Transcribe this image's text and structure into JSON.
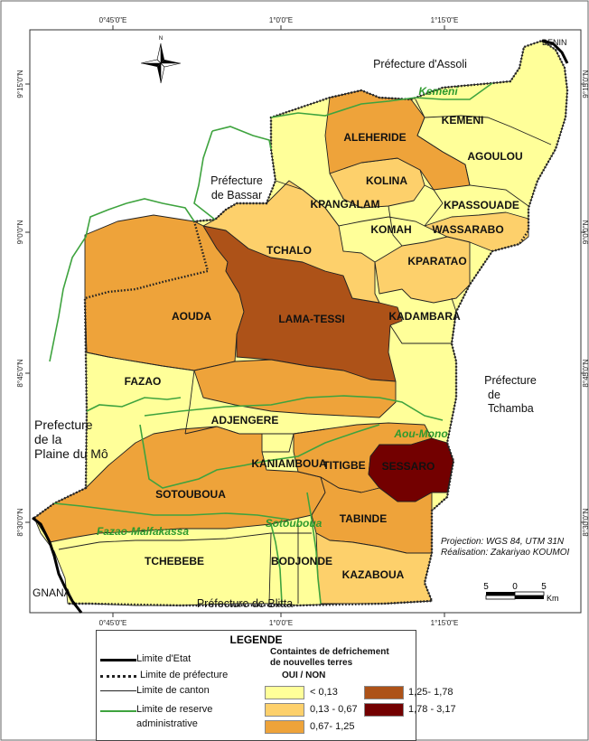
{
  "colors": {
    "class1": "#ffff99",
    "class2": "#fdd06b",
    "class3": "#eea33a",
    "class4": "#ad5218",
    "class5": "#730000",
    "reserve": "#3ea33e",
    "background": "#ffffff"
  },
  "coords": {
    "top": [
      "0°45'0\"E",
      "1°0'0\"E",
      "1°15'0\"E"
    ],
    "bottom": [
      "0°45'0\"E",
      "1°0'0\"E",
      "1°15'0\"E"
    ],
    "left": [
      "9°15'0\"N",
      "9°0'0\"N",
      "8°45'0\"N",
      "8°30'0\"N"
    ],
    "right": [
      "9°15'0\"N",
      "9°0'0\"N",
      "8°45'0\"N",
      "8°30'0\"N"
    ]
  },
  "north_arrow": {
    "label": "N"
  },
  "cantons": [
    {
      "name": "KEMENI",
      "class": 1
    },
    {
      "name": "AGOULOU",
      "class": 1
    },
    {
      "name": "ALEHERIDE",
      "class": 3
    },
    {
      "name": "KOLINA",
      "class": 2
    },
    {
      "name": "KPANGALAM",
      "class": 1
    },
    {
      "name": "KPASSOUADE",
      "class": 1
    },
    {
      "name": "KOMAH",
      "class": 1
    },
    {
      "name": "WASSARABO",
      "class": 2
    },
    {
      "name": "KPARATAO",
      "class": 2
    },
    {
      "name": "TCHALO",
      "class": 2
    },
    {
      "name": "AOUDA",
      "class": 3
    },
    {
      "name": "LAMA-TESSI",
      "class": 4
    },
    {
      "name": "KADAMBARA",
      "class": 1
    },
    {
      "name": "FAZAO",
      "class": 1
    },
    {
      "name": "ADJENGERE",
      "class": 1
    },
    {
      "name": "KANIAMBOUA",
      "class": 1
    },
    {
      "name": "TITIGBE",
      "class": 3
    },
    {
      "name": "SESSARO",
      "class": 5
    },
    {
      "name": "SOTOUBOUA",
      "class": 3
    },
    {
      "name": "TABINDE",
      "class": 3
    },
    {
      "name": "TCHEBEBE",
      "class": 1
    },
    {
      "name": "BODJONDE",
      "class": 1
    },
    {
      "name": "KAZABOUA",
      "class": 2
    }
  ],
  "prefectures": {
    "assoli": "Préfecture d'Assoli",
    "bassar_1": "Préfecture",
    "bassar_2": "de Bassar",
    "tchamba_1": "Préfecture",
    "tchamba_2": "de",
    "tchamba_3": "Tchamba",
    "plaine_1": "Prefecture",
    "plaine_2": "de la",
    "plaine_3": "Plaine du Mô",
    "blitta": "Préfecture de Blitta",
    "benin": "BENIN",
    "gnana": "GNANA"
  },
  "reserves": {
    "kemeni": "Kemeni",
    "abdoulaye": "Aou-Mono",
    "fazao": "Fazao-Malfakassa",
    "sotouboua": "Sotouboua"
  },
  "credits": {
    "projection": "Projection: WGS 84, UTM 31N",
    "author": "Réalisation: Zakariyao KOUMOI"
  },
  "scalebar": {
    "labels": [
      "5",
      "0",
      "5"
    ],
    "unit": "Km"
  },
  "legend": {
    "title": "LEGENDE",
    "lines": [
      {
        "label": "Limite d'Etat"
      },
      {
        "label": "Limite de préfecture"
      },
      {
        "label": "Limite de canton"
      },
      {
        "label": "Limite de reserve"
      },
      {
        "label": "administrative"
      }
    ],
    "classes_title_1": "Containtes de defrichement",
    "classes_title_2": "de nouvelles terres",
    "classes_title_3": "OUI / NON",
    "classes": [
      {
        "label": "< 0,13"
      },
      {
        "label": "0,13 - 0,67"
      },
      {
        "label": "0,67- 1,25"
      },
      {
        "label": "1,25- 1,78"
      },
      {
        "label": "1,78 - 3,17"
      }
    ]
  }
}
